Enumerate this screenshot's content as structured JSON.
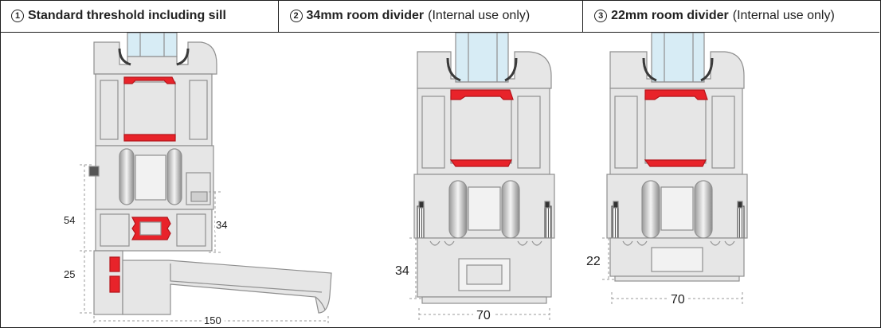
{
  "panels": [
    {
      "number": "1",
      "title": "Standard threshold including sill",
      "note": ""
    },
    {
      "number": "2",
      "title": "34mm room divider",
      "note": "(Internal use only)"
    },
    {
      "number": "3",
      "title": "22mm room divider",
      "note": "(Internal use only)"
    }
  ],
  "dimensions": {
    "p1_height_upper": "54",
    "p1_height_lower": "25",
    "p1_threshold": "34",
    "p1_width": "150",
    "p2_height": "34",
    "p2_width": "70",
    "p3_height": "22",
    "p3_width": "70"
  },
  "colors": {
    "aluminium": "#e6e6e6",
    "aluminium_line": "#8f8f8f",
    "thermal_break": "#e8232a",
    "glass": "#d7ecf5",
    "gasket": "#3a3a3a",
    "frame_line": "#1e1e1e"
  }
}
